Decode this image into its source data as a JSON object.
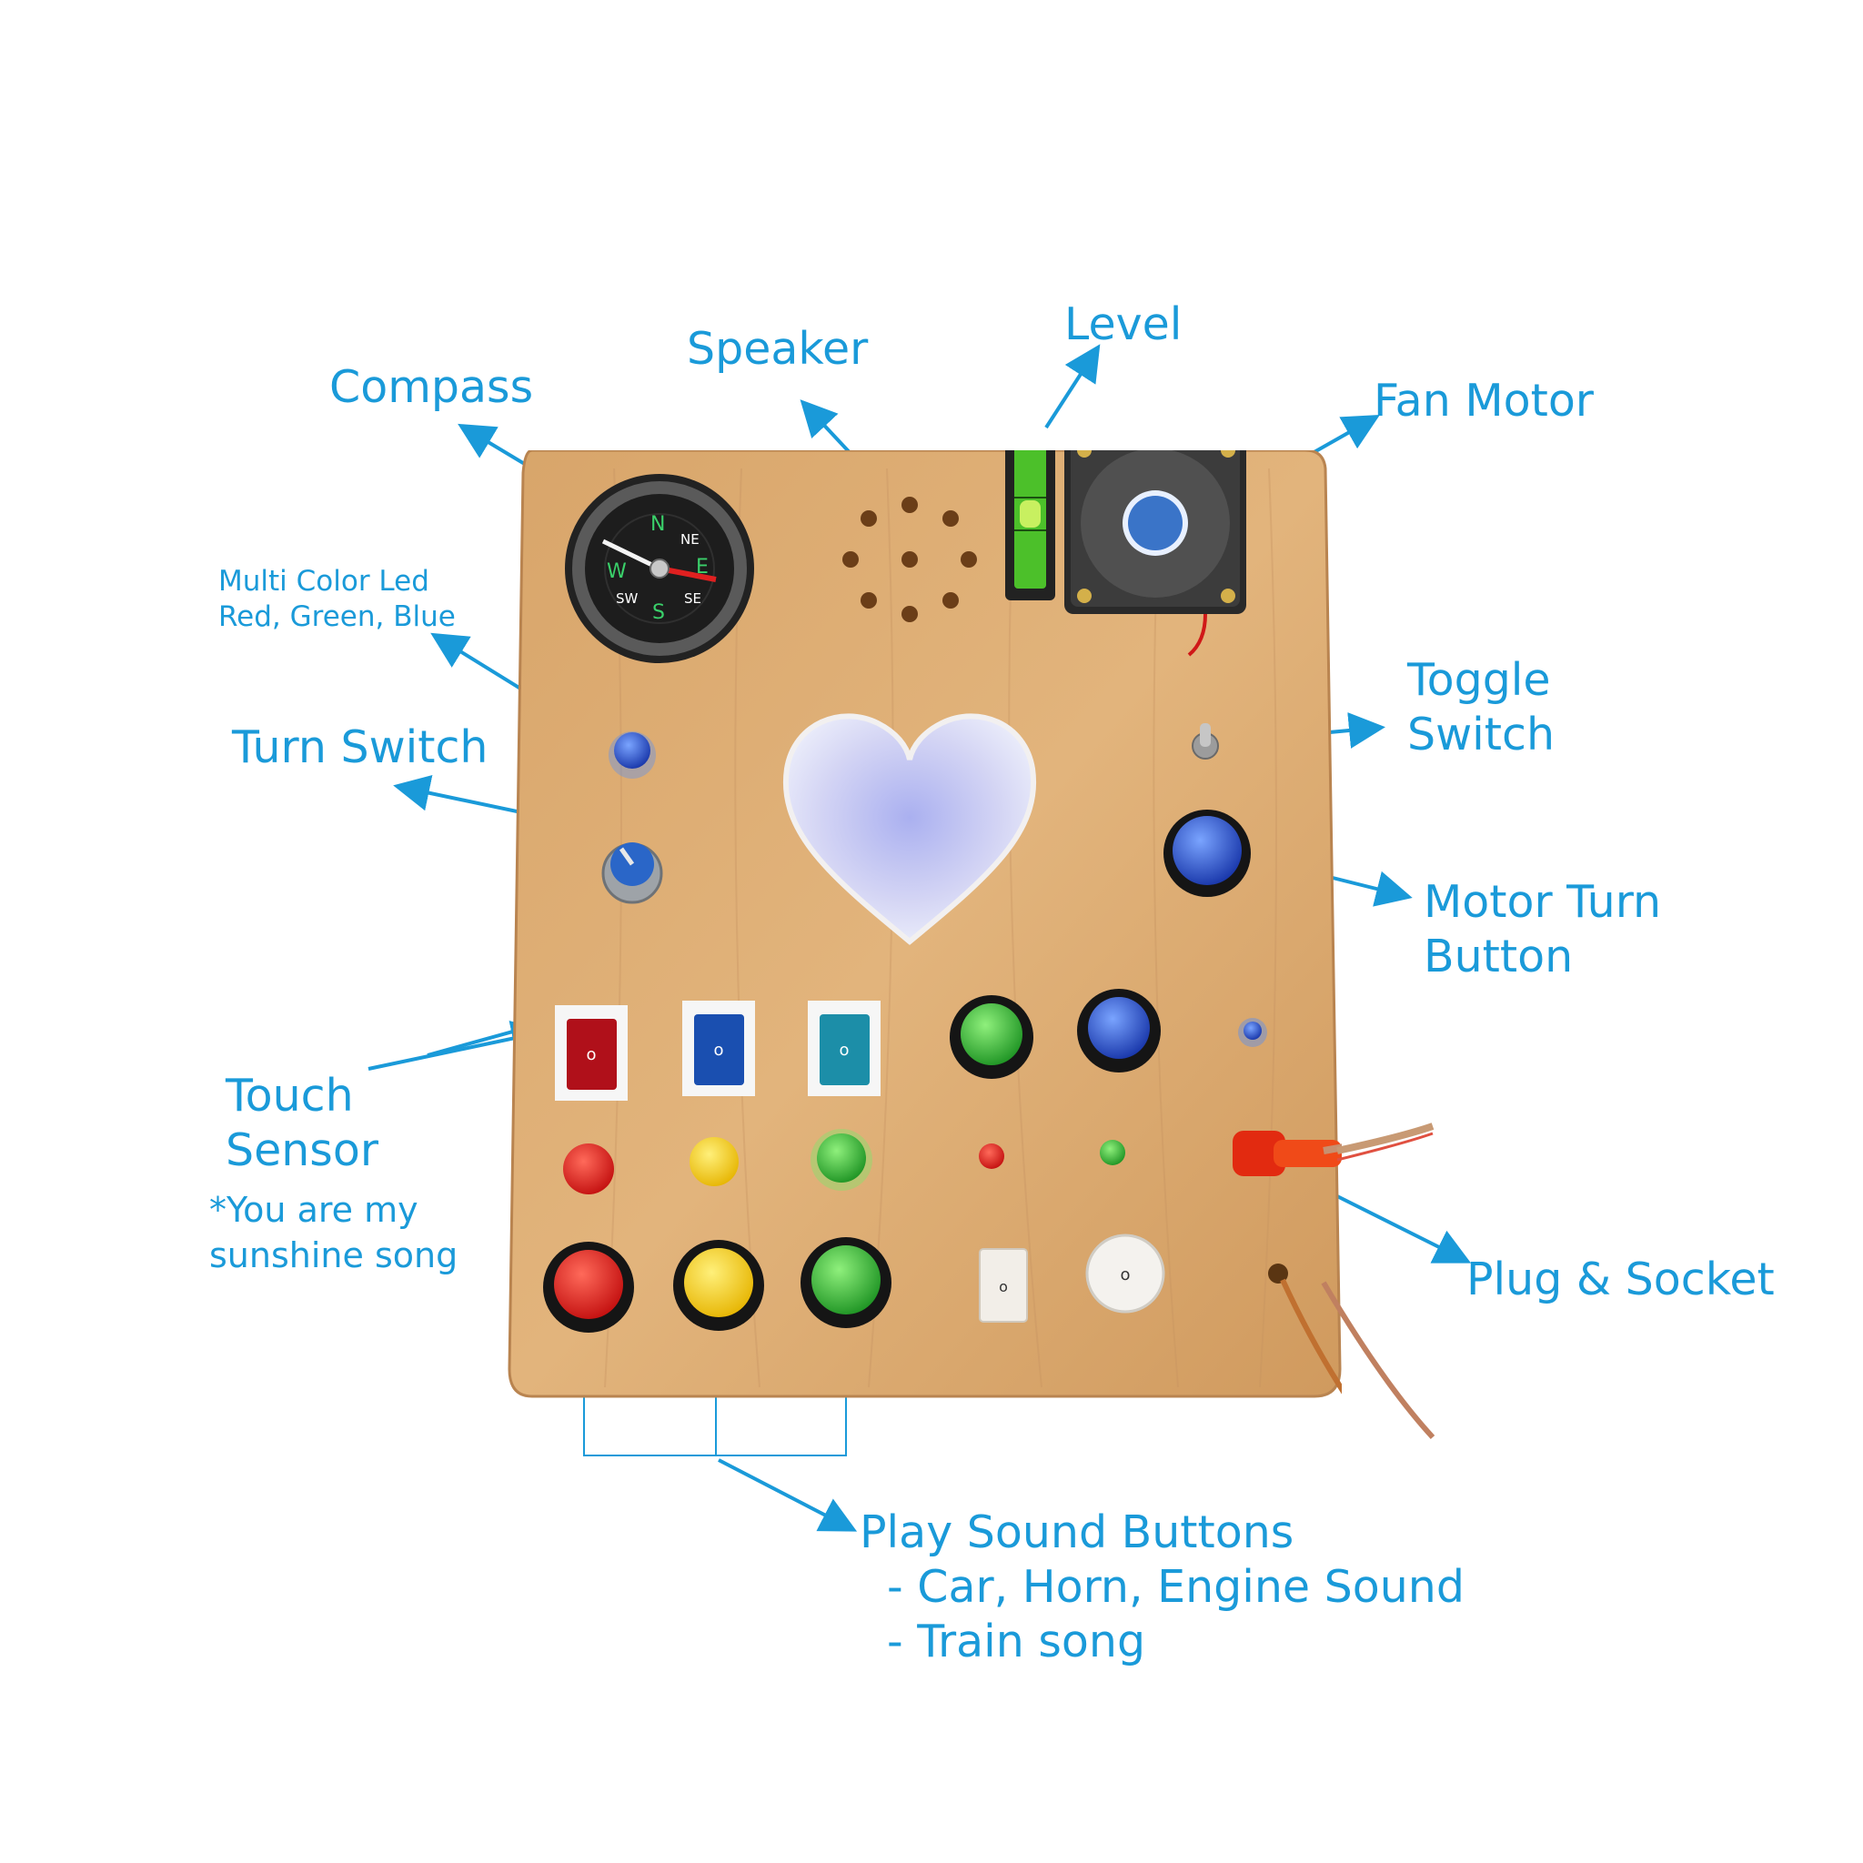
{
  "labels": {
    "compass": "Compass",
    "speaker": "Speaker",
    "level": "Level",
    "fan_motor": "Fan Motor",
    "multi_led_line1": "Multi Color Led",
    "multi_led_line2": "Red, Green, Blue",
    "turn_switch": "Turn Switch",
    "toggle_line1": "Toggle",
    "toggle_line2": "Switch",
    "motor_line1": "Motor Turn",
    "motor_line2": "Button",
    "touch_line1": "Touch",
    "touch_line2": "Sensor",
    "touch_note1": "*You are my",
    "touch_note2": "sunshine song",
    "plug_socket": "Plug & Socket",
    "play_line1": "Play Sound Buttons",
    "play_line2": "- Car, Horn, Engine Sound",
    "play_line3": "-  Train song"
  },
  "compass_dial": {
    "n": "N",
    "ne": "NE",
    "e": "E",
    "se": "SE",
    "s": "S",
    "sw": "SW",
    "w": "W"
  },
  "colors": {
    "annotation": "#1a9ad9",
    "wood": "#d9a66b",
    "red": "#d81818",
    "yellow": "#f4c810",
    "green": "#28a82c",
    "blue": "#1f4fb0",
    "teal": "#1c8ea8"
  }
}
